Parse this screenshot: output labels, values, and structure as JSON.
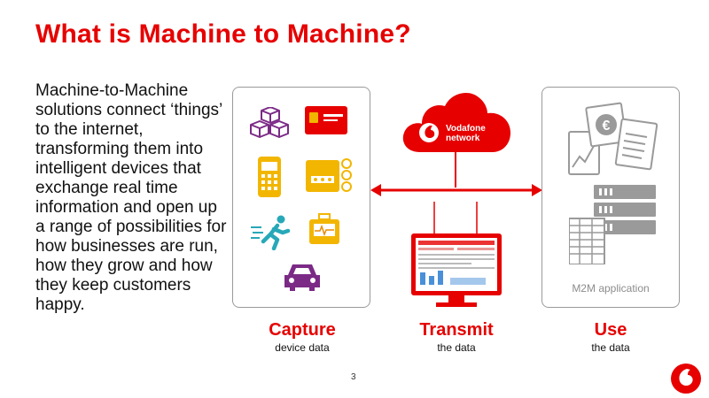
{
  "slide": {
    "title": "What is Machine to Machine?",
    "body": "Machine-to-Machine solutions connect ‘things’ to the internet, transforming them into intelligent devices that exchange real time information and open up a range of possibilities for how businesses are run, how they grow and how they keep customers happy.",
    "page_number": "3"
  },
  "diagram": {
    "network_label_line1": "Vodafone",
    "network_label_line2": "network",
    "application_label": "M2M application",
    "stages": [
      {
        "title": "Capture",
        "subtitle": "device data"
      },
      {
        "title": "Transmit",
        "subtitle": "the data"
      },
      {
        "title": "Use",
        "subtitle": "the data"
      }
    ],
    "icons": [
      "boxes-icon",
      "sim-card-icon",
      "handheld-terminal-icon",
      "smart-meter-icon",
      "running-person-icon",
      "medical-monitor-icon",
      "car-icon",
      "vodafone-cloud-icon",
      "computer-monitor-icon",
      "documents-icon",
      "server-rack-icon",
      "vodafone-logo-icon"
    ]
  },
  "colors": {
    "brand_red": "#e60000",
    "purple": "#7b2a86",
    "yellow": "#f2b600",
    "teal": "#27a8b8",
    "grey": "#9a9a9a"
  }
}
